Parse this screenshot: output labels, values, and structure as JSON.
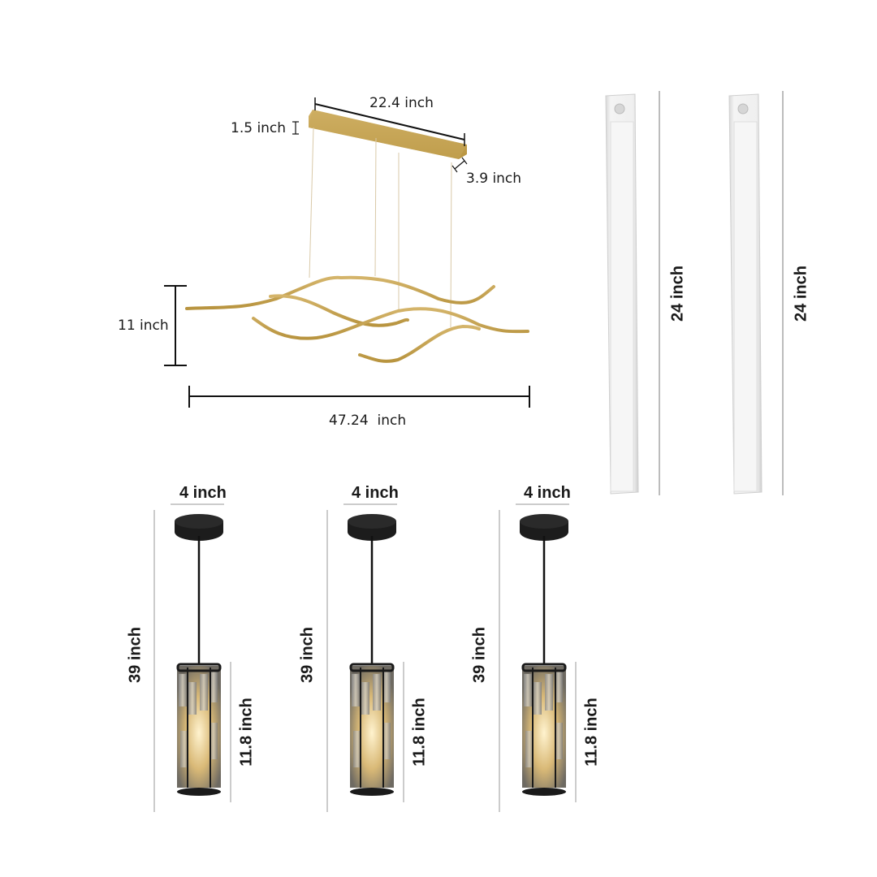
{
  "chandelier": {
    "canopy_length": "22.4 inch",
    "canopy_height": "1.5 inch",
    "canopy_depth": "3.9 inch",
    "fixture_height": "11 inch",
    "fixture_width": "47.24  inch",
    "color": "#c9a656"
  },
  "light_bars": [
    {
      "length": "24 inch"
    },
    {
      "length": "24 inch"
    }
  ],
  "pendants": [
    {
      "width": "4 inch",
      "total_height": "39 inch",
      "shade_height": "11.8 inch"
    },
    {
      "width": "4 inch",
      "total_height": "39 inch",
      "shade_height": "11.8 inch"
    },
    {
      "width": "4 inch",
      "total_height": "39 inch",
      "shade_height": "11.8 inch"
    }
  ]
}
